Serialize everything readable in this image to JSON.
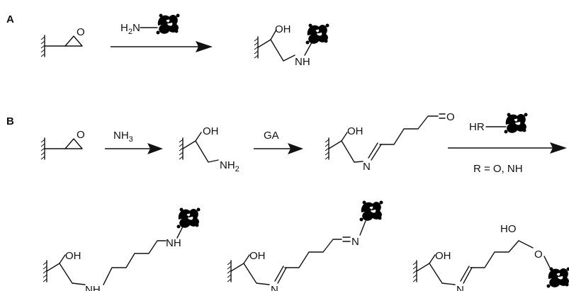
{
  "colors": {
    "protein": "#2f9e54",
    "ink": "#111111",
    "background": "#ffffff"
  },
  "panels": [
    {
      "label": "A",
      "steps": [
        {
          "reagent": "H2N–protein",
          "condition": ""
        }
      ],
      "atoms": {
        "epoxide_o": "O",
        "oh": "OH",
        "nh": "NH"
      }
    },
    {
      "label": "B",
      "steps": [
        {
          "reagent": "NH3",
          "condition": ""
        },
        {
          "reagent": "GA",
          "condition": ""
        },
        {
          "reagent": "HR–protein",
          "condition": "R = O, NH"
        }
      ],
      "atoms": {
        "epoxide_o": "O",
        "oh": "OH",
        "nh2": "NH2",
        "aldehyde_o": "O",
        "imine_n": "N"
      },
      "products": [
        {
          "oh": "OH",
          "n_link": "NH",
          "n_end": "NH"
        },
        {
          "oh": "OH",
          "n_link": "N",
          "n_end": "N"
        },
        {
          "oh": "OH",
          "n_link": "N",
          "ho": "HO",
          "o_link": "O"
        }
      ]
    }
  ]
}
